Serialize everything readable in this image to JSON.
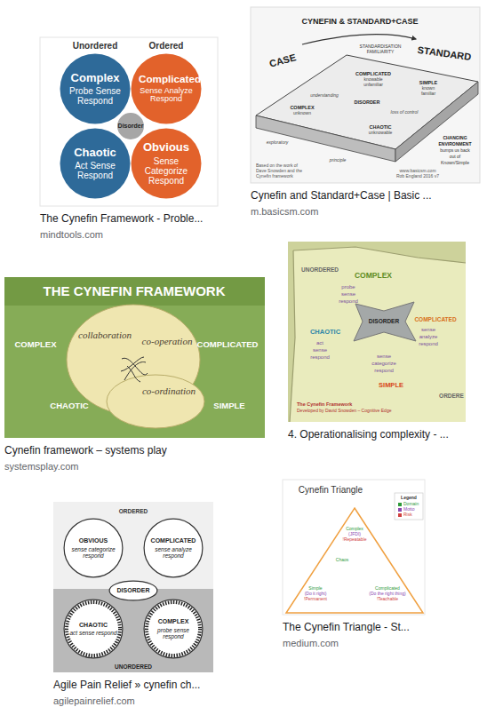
{
  "diagram": {
    "nodes": [
      {
        "text": [
          "The Cynefin Framework - Proble...",
          "mindtools.com"
        ]
      },
      {
        "text": [
          "Complex",
          "Probe Sense Respond"
        ],
        "in": 0
      },
      {
        "text": [
          "Complicated",
          "Sense Analyze Respond"
        ],
        "in": 0
      },
      {
        "text": [
          "Chaotic",
          "Act Sense Respond"
        ],
        "in": 0
      },
      {
        "text": [
          "Obvious",
          "Sense Categorize Respond"
        ],
        "in": 0
      },
      {
        "text": [
          "Disorder"
        ],
        "in": 0
      },
      {
        "text": [
          "Cynefin and Standard+Case | Basic ...",
          "m.basicsm.com"
        ]
      },
      {
        "text": [
          "Cynefin framework – systems play",
          "systemsplay.com"
        ]
      },
      {
        "text": [
          "4. Operationalising complexity - ..."
        ]
      },
      {
        "text": [
          "Agile Pain Relief » cynefin ch...",
          "agilepainrelief.com"
        ]
      },
      {
        "text": [
          "OBVIOUS",
          "sense categorize respond"
        ],
        "in": 9
      },
      {
        "text": [
          "COMPLICATED",
          "sense analyze respond"
        ],
        "in": 9
      },
      {
        "text": [
          "DISORDER"
        ],
        "in": 9
      },
      {
        "text": [
          "CHAOTIC",
          "act sense respond"
        ],
        "in": 9
      },
      {
        "text": [
          "COMPLEX",
          "probe sense respond"
        ],
        "in": 9
      },
      {
        "text": [
          "The Cynefin Triangle - St...",
          "medium.com"
        ]
      }
    ],
    "labels": [
      "Unordered",
      "Ordered",
      "CYNEFIN & STANDARD+CASE",
      "STANDARDISATION",
      "FAMILIARITY",
      "CASE",
      "STANDARD",
      "COMPLICATED",
      "knowable",
      "unfamiliar",
      "SIMPLE",
      "known",
      "familiar",
      "DISORDER",
      "understanding",
      "loss of control",
      "COMPLEX",
      "unknown",
      "CHAOTIC",
      "unknowable",
      "exploratory",
      "principle",
      "CHANGING",
      "ENVIRONMENT",
      "bumps us back",
      "out of",
      "Known/Simple",
      "Based on the work of",
      "Dave Snowden and the",
      "Cynefin framework",
      "www.basicsm.com",
      "Rob England 2016 v7",
      "THE CYNEFIN FRAMEWORK",
      "COMPLEX",
      "COMPLICATED",
      "CHAOTIC",
      "SIMPLE",
      "collaboration",
      "co-operation",
      "co-ordination",
      "UNORDERED",
      "COMPLEX",
      "probe",
      "sense",
      "respond",
      "CHAOTIC",
      "act",
      "sense",
      "respond",
      "DISORDER",
      "COMPLICATED",
      "sense",
      "analyze",
      "respond",
      "sense",
      "categorize",
      "respond",
      "SIMPLE",
      "ORDERE",
      "The Cynefin Framework",
      "Developed by David Snowden – Cognitive Edge",
      "ORDERED",
      "UNORDERED",
      "Cynefin Triangle",
      "Legend",
      "Complex",
      "(JFDI)",
      "!Repeatable",
      "Chaos",
      "Simple",
      "(Do it right)",
      "!Permanent",
      "Complicated",
      "(Do the right thing)",
      "!Teachable"
    ],
    "legend": [
      {
        "text": "Domain",
        "color": "#2e9a3a"
      },
      {
        "text": "Motto",
        "color": "#8a48b0"
      },
      {
        "text": "Risk",
        "color": "#d04040"
      }
    ]
  }
}
